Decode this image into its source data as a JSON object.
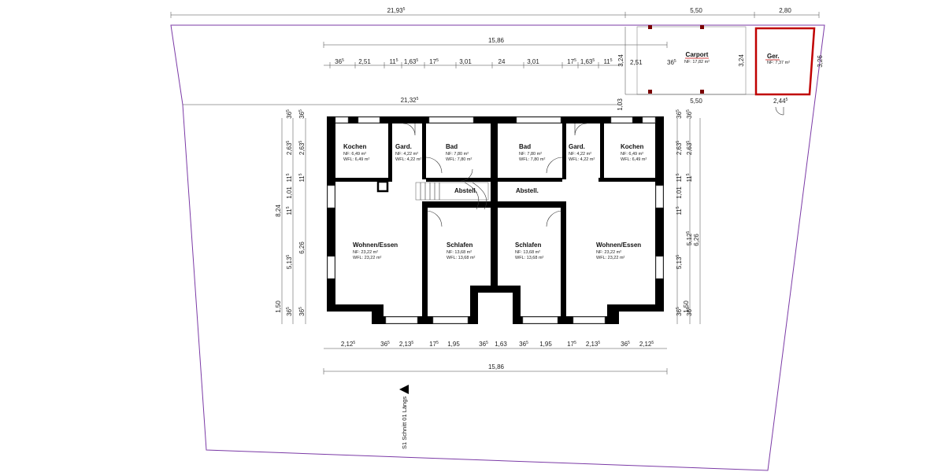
{
  "colors": {
    "plot_boundary": "#7b3aa6",
    "shed_outline": "#c00000",
    "walls": "#000000",
    "background": "#ffffff"
  },
  "dimensions": {
    "top_overall": "21,93",
    "top_overall_sup": "5",
    "top_carport": "5,50",
    "top_shed": "2,80",
    "house_width_top": "15,86",
    "row_top": [
      {
        "v": "36",
        "s": "5"
      },
      {
        "v": "2,51",
        "s": ""
      },
      {
        "v": "11",
        "s": "5"
      },
      {
        "v": "1,63",
        "s": "5"
      },
      {
        "v": "17",
        "s": "5"
      },
      {
        "v": "3,01",
        "s": ""
      },
      {
        "v": "24",
        "s": ""
      },
      {
        "v": "3,01",
        "s": ""
      },
      {
        "v": "17",
        "s": "5"
      },
      {
        "v": "1,63",
        "s": "5"
      },
      {
        "v": "11",
        "s": "5"
      },
      {
        "v": "2,51",
        "s": ""
      },
      {
        "v": "36",
        "s": "5"
      }
    ],
    "carport_depth": "3,24",
    "carport_depth2": "3,24",
    "shed_depth": "3,26",
    "carport_bottom": "5,50",
    "shed_bottom": "2,44",
    "shed_bottom_sup": "5",
    "house_line": "21,32",
    "house_line_sup": "5",
    "gap": "1,03",
    "row_bottom": [
      {
        "v": "2,12",
        "s": "5"
      },
      {
        "v": "36",
        "s": "5"
      },
      {
        "v": "2,13",
        "s": "5"
      },
      {
        "v": "17",
        "s": "5"
      },
      {
        "v": "1,95",
        "s": ""
      },
      {
        "v": "36",
        "s": "5"
      },
      {
        "v": "1,63",
        "s": ""
      },
      {
        "v": "36",
        "s": "5"
      },
      {
        "v": "1,95",
        "s": ""
      },
      {
        "v": "17",
        "s": "5"
      },
      {
        "v": "2,13",
        "s": "5"
      },
      {
        "v": "36",
        "s": "5"
      },
      {
        "v": "2,12",
        "s": "5"
      }
    ],
    "house_width_bottom": "15,86",
    "left_total": "8,24",
    "left_outer": [
      {
        "v": "36",
        "s": "5"
      },
      {
        "v": "2,63",
        "s": "5"
      },
      {
        "v": "11",
        "s": "5"
      },
      {
        "v": "1,01",
        "s": ""
      },
      {
        "v": "11",
        "s": "5"
      },
      {
        "v": "5,13",
        "s": "5"
      },
      {
        "v": "36",
        "s": "5"
      }
    ],
    "left_inner": [
      {
        "v": "36",
        "s": "5"
      },
      {
        "v": "2,63",
        "s": "5"
      },
      {
        "v": "11",
        "s": "5"
      },
      {
        "v": "6,26",
        "s": ""
      },
      {
        "v": "36",
        "s": "5"
      }
    ],
    "left_150": "1,50",
    "right_outer": [
      {
        "v": "36",
        "s": "5"
      },
      {
        "v": "2,63",
        "s": "5"
      },
      {
        "v": "11",
        "s": "5"
      },
      {
        "v": "1,01",
        "s": ""
      },
      {
        "v": "11",
        "s": "5"
      },
      {
        "v": "5,13",
        "s": "5"
      },
      {
        "v": "36",
        "s": "5"
      }
    ],
    "right_inner": [
      {
        "v": "36",
        "s": "5"
      },
      {
        "v": "2,63",
        "s": "5"
      },
      {
        "v": "11",
        "s": "5"
      },
      {
        "v": "5,12",
        "s": "5"
      },
      {
        "v": "36",
        "s": "5"
      }
    ],
    "right_626": "6,26",
    "right_150": "1,50"
  },
  "outbuildings": {
    "carport": {
      "name": "Carport",
      "nf": "NF: 17,82 m²"
    },
    "shed": {
      "name": "Ger.",
      "nf": "NF: 7,37 m²"
    }
  },
  "rooms": [
    {
      "name": "Kochen",
      "nf": "NF: 6,49 m²",
      "wfl": "WFL: 6,49 m²"
    },
    {
      "name": "Gard.",
      "nf": "NF: 4,22 m²",
      "wfl": "WFL: 4,22 m²"
    },
    {
      "name": "Bad",
      "nf": "NF: 7,80 m²",
      "wfl": "WFL: 7,80 m²"
    },
    {
      "name": "Bad",
      "nf": "NF: 7,80 m²",
      "wfl": "WFL: 7,80 m²"
    },
    {
      "name": "Gard.",
      "nf": "NF: 4,22 m²",
      "wfl": "WFL: 4,22 m²"
    },
    {
      "name": "Kochen",
      "nf": "NF: 6,49 m²",
      "wfl": "WFL: 6,49 m²"
    },
    {
      "name": "Abstell.",
      "nf": "",
      "wfl": ""
    },
    {
      "name": "Abstell.",
      "nf": "",
      "wfl": ""
    },
    {
      "name": "Wohnen/Essen",
      "nf": "NF: 23,22 m²",
      "wfl": "WFL: 23,22 m²"
    },
    {
      "name": "Schlafen",
      "nf": "NF: 13,68 m²",
      "wfl": "WFL: 13,68 m²"
    },
    {
      "name": "Schlafen",
      "nf": "NF: 13,68 m²",
      "wfl": "WFL: 13,68 m²"
    },
    {
      "name": "Wohnen/Essen",
      "nf": "NF: 23,22 m²",
      "wfl": "WFL: 23,22 m²"
    }
  ],
  "section": {
    "label": "S1 Schnitt 01 Längs"
  }
}
